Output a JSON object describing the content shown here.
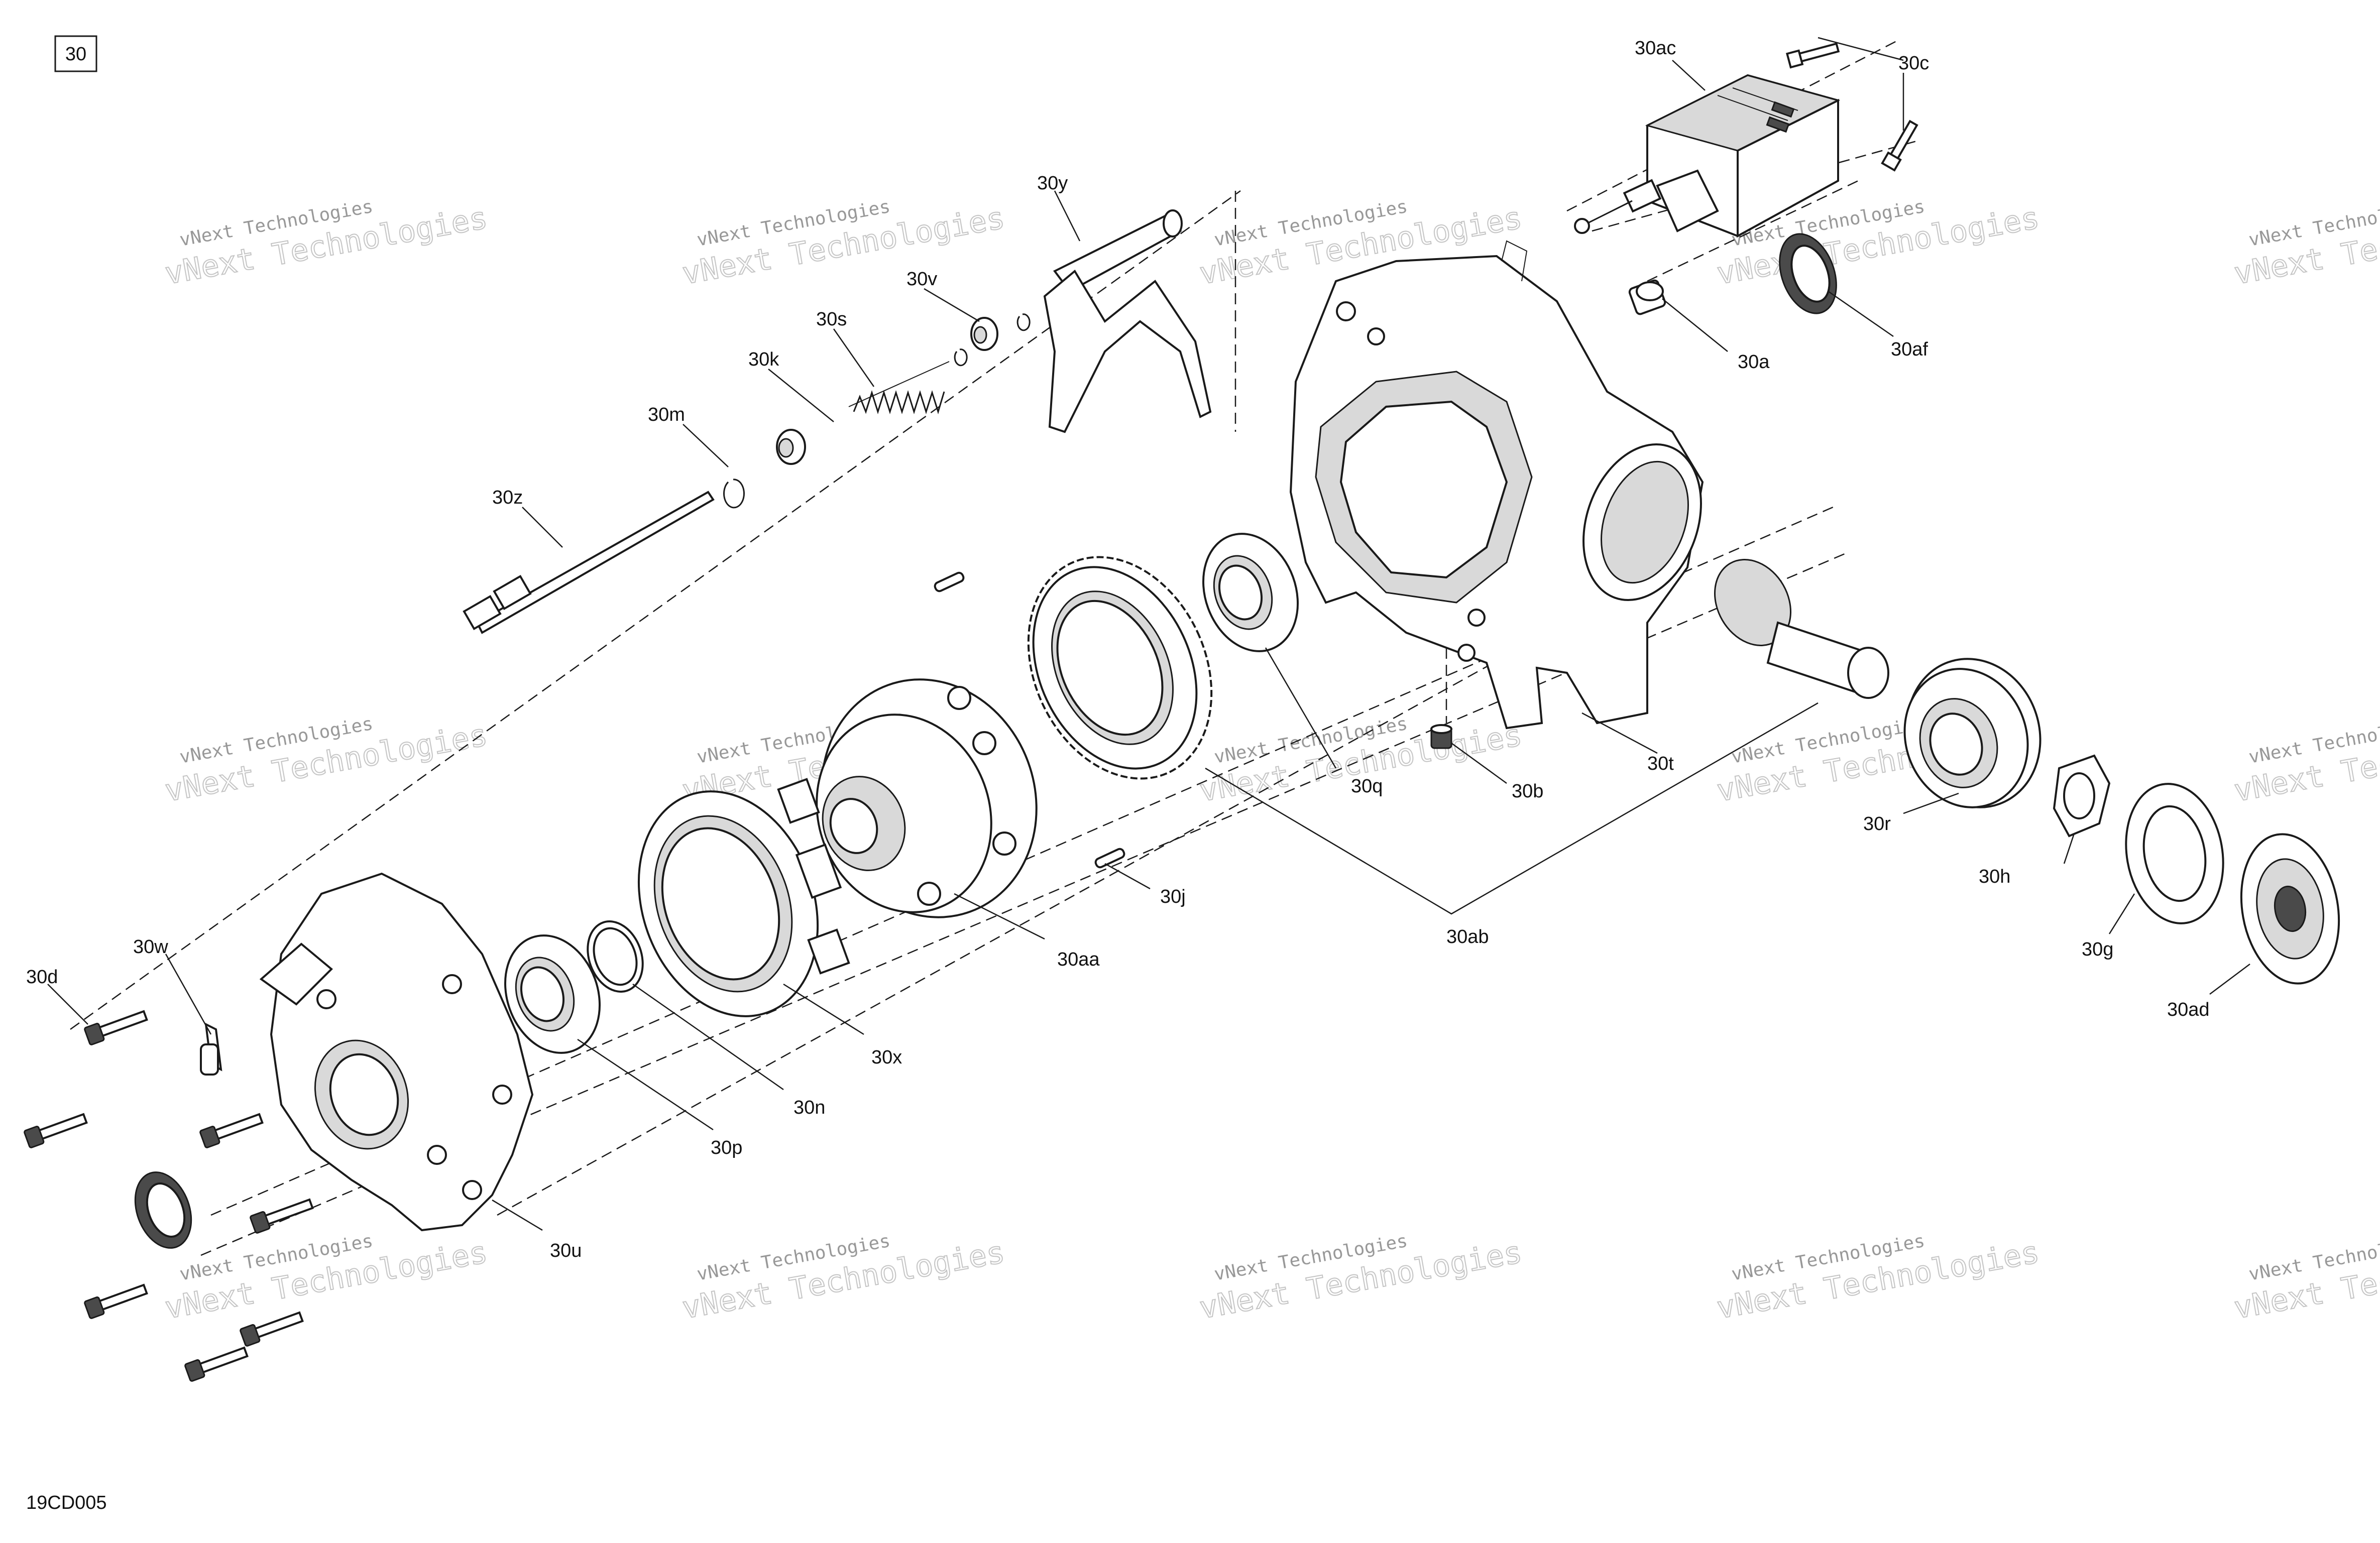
{
  "diagram": {
    "group_number": "30",
    "figure_code": "19CD005",
    "watermark_line1": "vNext Technologies",
    "watermark_line2": "vNext Technologies",
    "watermark_brand": "vNext",
    "callouts": {
      "c30ac": "30ac",
      "c30c": "30c",
      "c30y": "30y",
      "c30v": "30v",
      "c30s": "30s",
      "c30k": "30k",
      "c30m": "30m",
      "c30z": "30z",
      "c30a": "30a",
      "c30af": "30af",
      "c30t": "30t",
      "c30b": "30b",
      "c30q": "30q",
      "c30r": "30r",
      "c30h": "30h",
      "c30g": "30g",
      "c30ad": "30ad",
      "c30ab": "30ab",
      "c30j": "30j",
      "c30aa": "30aa",
      "c30x": "30x",
      "c30n": "30n",
      "c30p": "30p",
      "c30u": "30u",
      "c30w": "30w",
      "c30d": "30d"
    }
  }
}
